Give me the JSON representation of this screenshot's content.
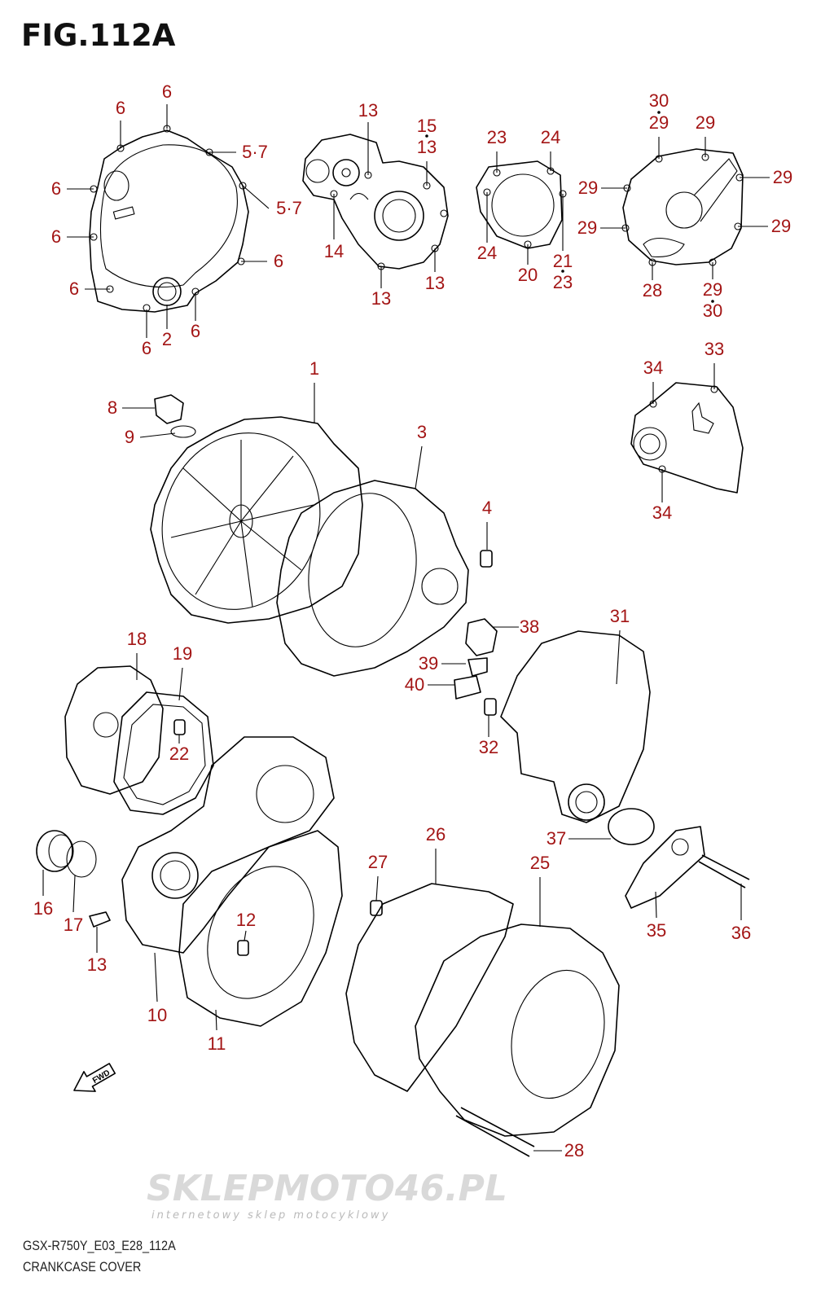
{
  "figure": {
    "title": "FIG.112A",
    "model_code": "GSX-R750Y_E03_E28_112A",
    "caption": "CRANKCASE COVER"
  },
  "watermark": {
    "brand": "SKLEPMOTO46.PL",
    "tagline": "internetowy sklep motocyklowy"
  },
  "callouts": [
    "6",
    "6",
    "5·7",
    "6",
    "5·7",
    "6",
    "6",
    "6",
    "6",
    "2",
    "6",
    "13",
    "15",
    "13",
    "14",
    "13",
    "13",
    "23",
    "24",
    "24",
    "20",
    "21",
    "23",
    "30",
    "29",
    "29",
    "29",
    "29",
    "29",
    "29",
    "28",
    "29",
    "30",
    "34",
    "33",
    "34",
    "1",
    "8",
    "9",
    "3",
    "4",
    "38",
    "39",
    "40",
    "31",
    "32",
    "18",
    "19",
    "22",
    "16",
    "17",
    "13",
    "10",
    "11",
    "12",
    "27",
    "26",
    "25",
    "37",
    "35",
    "36",
    "28"
  ],
  "colors": {
    "callout": "#a31515",
    "outline": "#000000"
  },
  "icons": [
    "fwd-arrow-icon"
  ]
}
